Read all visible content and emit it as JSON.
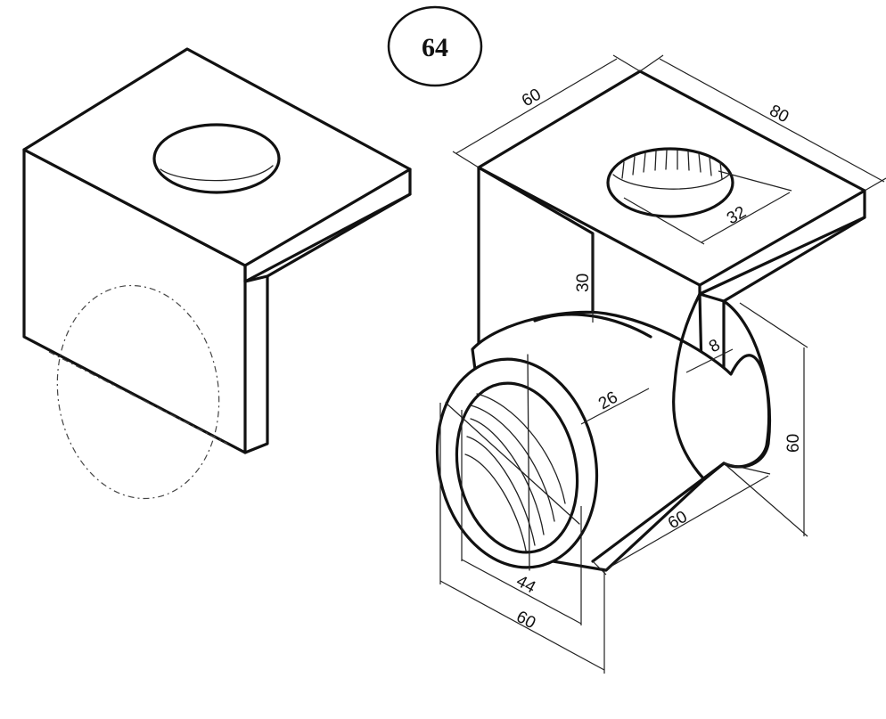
{
  "figure": {
    "number": "64"
  },
  "dimensions": {
    "top_depth": "60",
    "top_width": "80",
    "hole_diameter": "32",
    "upright_height": "30",
    "wall_thickness": "8",
    "ring_wall": "26",
    "overall_height": "60",
    "cylinder_length": "60",
    "bore_diameter": "44",
    "outer_diameter": "60"
  }
}
